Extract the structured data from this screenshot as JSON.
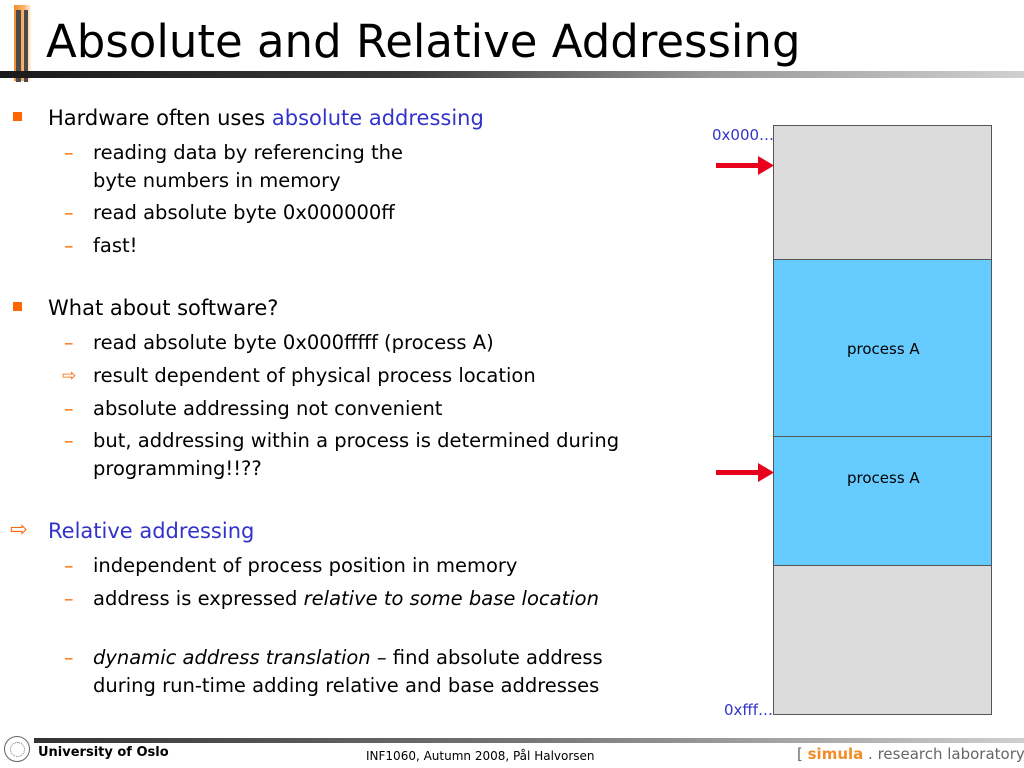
{
  "title": "Absolute and Relative Addressing",
  "bullets": {
    "b1": {
      "pre": "Hardware often uses ",
      "highlight": "absolute addressing"
    },
    "b1_sub1_l1": "reading data by referencing the",
    "b1_sub1_l2": "byte numbers in memory",
    "b1_sub2": "read absolute byte 0x000000ff",
    "b1_sub3": "fast!",
    "b2": "What about software?",
    "b2_sub1": "read absolute byte 0x000fffff (process A)",
    "b2_sub2": "result dependent of physical process location",
    "b2_sub3": "absolute addressing not convenient",
    "b2_sub4_l1": "but, addressing within a process is determined during",
    "b2_sub4_l2": "programming!!??",
    "b3": "Relative addressing",
    "b3_sub1": "independent of process position in memory",
    "b3_sub2": {
      "pre": "address is expressed ",
      "italic": "relative to some base location"
    },
    "b3_sub3_l1": {
      "italic": "dynamic address translation",
      "post": " – find absolute address"
    },
    "b3_sub3_l2": "during run-time adding relative and base addresses"
  },
  "dash_symbol": "–",
  "arrow_symbol": "⇨",
  "diagram": {
    "addr_top": "0x000…",
    "addr_bottom": "0xfff…",
    "block1_label": "process A",
    "block2_label": "process A",
    "colors": {
      "memory": "#dcdcdc",
      "process": "#66ccff",
      "arrow": "#e8001c",
      "bullet": "#ff6600",
      "accent_text": "#3333cc"
    }
  },
  "footer": {
    "university": "University of Oslo",
    "course": "INF1060,  Autumn 2008,  Pål Halvorsen",
    "lab_open": "[ ",
    "lab_simula": "simula",
    "lab_rest": " . research laboratory ]"
  },
  "icons": [
    "university-seal-icon",
    "red-arrow-icon",
    "orange-square-bullet-icon",
    "hollow-arrow-icon"
  ]
}
